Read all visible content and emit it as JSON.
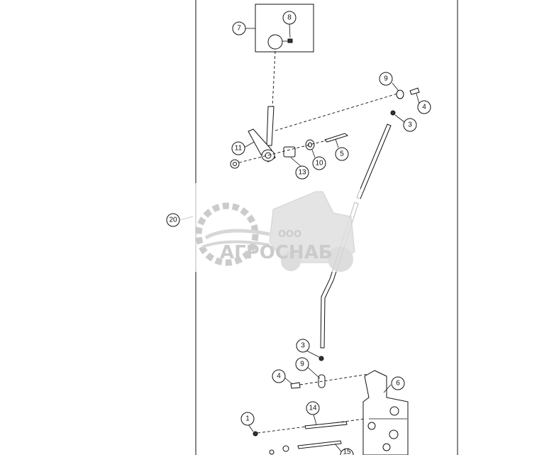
{
  "diagram": {
    "callouts": {
      "c7": "7",
      "c8": "8",
      "c9_top": "9",
      "c4_top": "4",
      "c3_top": "3",
      "c11": "11",
      "c5": "5",
      "c10": "10",
      "c13": "13",
      "c20": "20",
      "c3_bottom": "3",
      "c9_bottom": "9",
      "c4_bottom": "4",
      "c6": "6",
      "c14": "14",
      "c1": "1",
      "c15": "15"
    }
  },
  "watermark": {
    "company_prefix": "ООО",
    "company_name": "АГРОСНАБ"
  },
  "colors": {
    "line": "#111111",
    "watermark": "#c9c9c9",
    "background": "#ffffff"
  }
}
